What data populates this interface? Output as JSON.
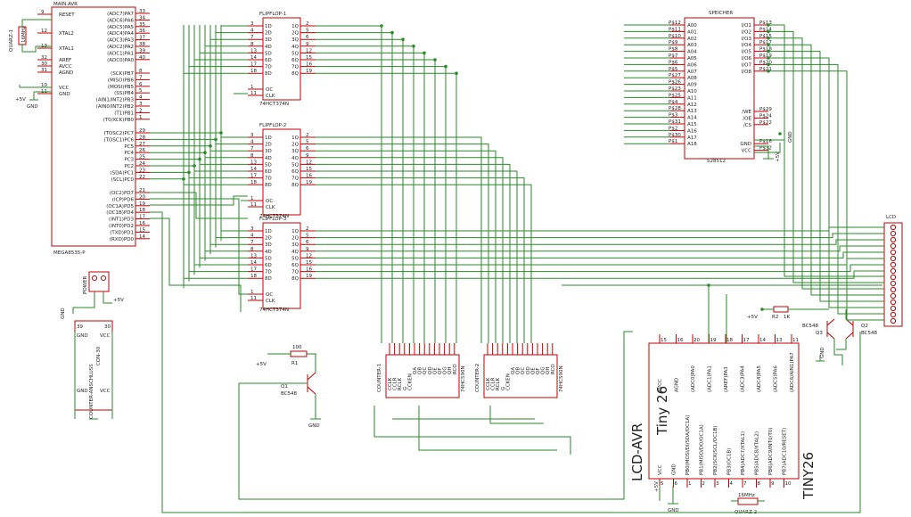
{
  "colors": {
    "component": "#c00000",
    "wire": "#2a8a2a",
    "text": "#222222",
    "background": "#ffffff"
  },
  "mcu": {
    "name": "MAIN.AVR",
    "part": "MEGA8535-P",
    "left_pins": [
      "RESET",
      "XTAL2",
      "XTAL1",
      "AREF",
      "AVCC",
      "AGND",
      "VCC",
      "GND"
    ],
    "left_nums": [
      "9",
      "12",
      "13",
      "32",
      "30",
      "31",
      "10",
      "11"
    ],
    "right_pins": [
      "(ADC7)PA7",
      "(ADC6)PA6",
      "(ADC5)PA5",
      "(ADC4)PA4",
      "(ADC3)PA3",
      "(ADC2)PA2",
      "(ADC1)PA1",
      "(ADC0)PA0",
      "(SCK)PB7",
      "(MISO)PB6",
      "(MOSI)PB5",
      "(SS)PB4",
      "(AIN1/INT2)PB3",
      "(AIN0/INT2)PB2",
      "(T1)PB1",
      "(T0/XCK)PB0",
      "(TOSC2)PC7",
      "(TOSC1)PC6",
      "PC5",
      "PC4",
      "PC3",
      "PC2",
      "(SDA)PC1",
      "(SCL)PC0",
      "(OC2)PD7",
      "(ICP)PD6",
      "(OC1A)PD5",
      "(OC1B)PD4",
      "(INT1)PD3",
      "(INT0)PD2",
      "(TXD)PD1",
      "(RXD)PD0"
    ],
    "right_nums": [
      "33",
      "34",
      "35",
      "36",
      "37",
      "38",
      "39",
      "40",
      "8",
      "7",
      "6",
      "5",
      "4",
      "3",
      "2",
      "1",
      "29",
      "28",
      "27",
      "26",
      "25",
      "24",
      "23",
      "22",
      "21",
      "20",
      "19",
      "18",
      "17",
      "16",
      "15",
      "14"
    ]
  },
  "quartz1": {
    "name": "QUARZ-1",
    "value": "16MHz"
  },
  "supply": {
    "vcc": "+5V",
    "gnd": "GND"
  },
  "flipflops": [
    {
      "name": "FLIPFLOP-1",
      "part": "74HCT374N"
    },
    {
      "name": "FLIPFLOP-2",
      "part": "74HCT374N"
    },
    {
      "name": "FLIPFLOP-3",
      "part": "74HCT374N"
    }
  ],
  "ff_inputs": [
    "1D",
    "2D",
    "3D",
    "4D",
    "5D",
    "6D",
    "7D",
    "8D"
  ],
  "ff_outputs": [
    "1Q",
    "2Q",
    "3Q",
    "4Q",
    "5Q",
    "6Q",
    "7Q",
    "8Q"
  ],
  "ff_in_nums": [
    "3",
    "4",
    "7",
    "8",
    "13",
    "14",
    "17",
    "18"
  ],
  "ff_out_nums": [
    "2",
    "5",
    "6",
    "9",
    "12",
    "15",
    "16",
    "19"
  ],
  "ff_ctrl": [
    "OC",
    "CLK"
  ],
  "ff_ctrl_nums": [
    "1",
    "11"
  ],
  "memory": {
    "name": "SPEICHER",
    "part": "528512",
    "left_pins": [
      "A00",
      "A01",
      "A02",
      "A03",
      "A04",
      "A05",
      "A06",
      "A07",
      "A08",
      "A09",
      "A10",
      "A11",
      "A12",
      "A13",
      "A14",
      "A15",
      "A16",
      "A17",
      "A18"
    ],
    "left_nums": [
      "P$12",
      "P$11",
      "P$10",
      "P$9",
      "P$8",
      "P$7",
      "P$6",
      "P$5",
      "P$27",
      "P$26",
      "P$23",
      "P$25",
      "P$4",
      "P$28",
      "P$3",
      "P$31",
      "P$2",
      "P$30",
      "P$1"
    ],
    "right_pins": [
      "I/O1",
      "I/O2",
      "I/O3",
      "I/O4",
      "I/O5",
      "I/O6",
      "I/O7",
      "I/O8",
      "/WE",
      "/OE",
      "/CS",
      "GND",
      "VCC"
    ],
    "right_nums": [
      "P$13",
      "P$14",
      "P$15",
      "P$17",
      "P$18",
      "P$19",
      "P$20",
      "P$21",
      "P$29",
      "P$24",
      "P$22",
      "P$16",
      "P$32"
    ]
  },
  "lcd": {
    "name": "LCD"
  },
  "power": {
    "name": "POWER",
    "vcc": "+5V"
  },
  "connector": {
    "name": "CON-30",
    "label": "COUNTER-ANSCHLUSS",
    "gnd": "GND",
    "vcc": "VCC",
    "left_num": "39",
    "right_num": "30"
  },
  "resistor1": {
    "name": "R1",
    "value": "100"
  },
  "transistor1": {
    "name": "Q1",
    "part": "BC548"
  },
  "counters": [
    {
      "name": "COUNTER-1",
      "part": "74HC590N"
    },
    {
      "name": "COUNTER-2",
      "part": "74HC590N"
    }
  ],
  "counter_pins": [
    "CCLK",
    "CCLR",
    "RCLK",
    "G",
    "CCKEN",
    "QA",
    "QB",
    "QC",
    "QD",
    "QE",
    "QF",
    "QG",
    "QH",
    "RCO"
  ],
  "resistor2": {
    "name": "R2",
    "value": "1K"
  },
  "transistor3": {
    "name": "Q3",
    "part": "BC548"
  },
  "transistor2": {
    "name": "Q2",
    "part": "BC548"
  },
  "tiny": {
    "name": "LCD-AVR",
    "part": "TINY26",
    "title": "Tiny 26",
    "top_pins": [
      "AVCC",
      "AGND",
      "(ADC0)PA0",
      "(ADC1)PA1",
      "(AREF)PA3",
      "(ADC3)PA4",
      "(ADC4)PA5",
      "(ADC5)PA6",
      "(ADC6/AIN1)PA7"
    ],
    "top_nums": [
      "15",
      "16",
      "20",
      "19",
      "18",
      "17",
      "14",
      "13",
      "11"
    ],
    "bottom_pins": [
      "VCC",
      "GND",
      "PB0(MOSI/DI/SDA/OC1A)",
      "PB1(MISO/DO/OC1A)",
      "PB2(SCK/SCL/OC1B)",
      "PB3(OC1B)",
      "PB4(ADC7/XTAL1)",
      "PB5(ADC8/XTAL2)",
      "PB6(ADC9/INT0/T0)",
      "PB7(ADC10/RESET)"
    ],
    "bottom_nums": [
      "5",
      "6",
      "1",
      "2",
      "3",
      "4",
      "7",
      "8",
      "9",
      "10"
    ]
  },
  "quartz2": {
    "name": "QUARZ-2",
    "value": "16MHz"
  }
}
